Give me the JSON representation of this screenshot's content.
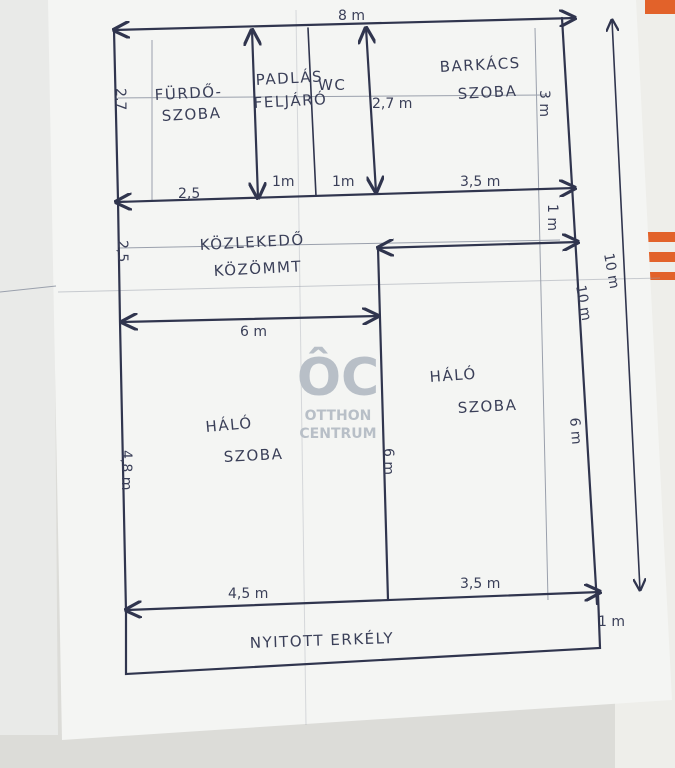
{
  "rooms": {
    "bathroom": {
      "line1": "FÜRDŐ-",
      "line2": "SZOBA"
    },
    "pantry": {
      "line1": "PADLÁS",
      "line2": "FELJÁRÓ"
    },
    "wc": "WC",
    "workroom": {
      "line1": "BARKÁCS",
      "line2": "SZOBA"
    },
    "corridor": {
      "line1": "KÖZLEKEDŐ",
      "line2": "KÖZÖMMT"
    },
    "bedroom_left": {
      "line1": "HÁLÓ",
      "line2": "SZOBA"
    },
    "bedroom_right": {
      "line1": "HÁLÓ",
      "line2": "SZOBA"
    },
    "balcony": "NYITOTT ERKÉLY"
  },
  "dimensions": {
    "total_width": "8 m",
    "total_length_outer": "10 m",
    "total_length_inner": "10 m",
    "bath_height": "2,7",
    "bath_width": "2,5",
    "pantry_width": "1m",
    "wc_width": "1m",
    "workroom_height": "2,7 m",
    "workroom_width": "3,5 m",
    "workroom_right": "3 m",
    "corridor_right": "1 m",
    "corridor_height": "2,5",
    "bedroom_left_top": "6 m",
    "bedroom_left_height": "4,8 m",
    "bedroom_left_bottom": "4,5 m",
    "bedroom_right_height": "6 m",
    "bedroom_right_bottom": "3,5 m",
    "bedroom_right_side": "6 m",
    "balcony_depth": "1 m"
  },
  "watermark": {
    "logo": "ÔC",
    "line1": "OTTHON",
    "line2": "CENTRUM"
  },
  "colors": {
    "ink": "#30354e",
    "paper": "#f4f5f3",
    "stripe_orange": "#e2622a"
  }
}
